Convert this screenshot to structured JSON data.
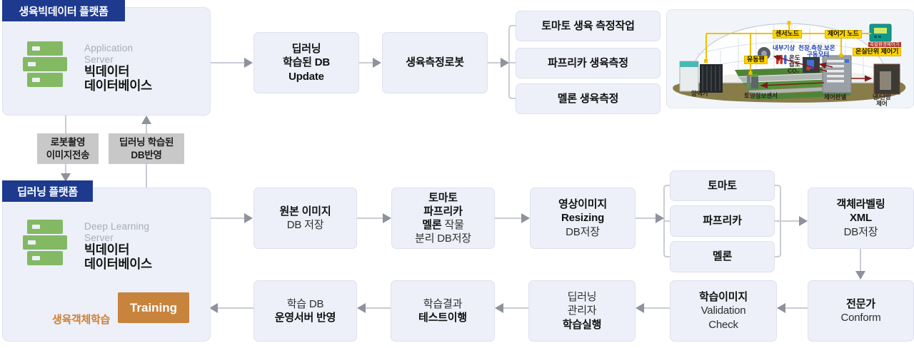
{
  "badges": {
    "top": "생육빅데이터 플랫폼",
    "bottom": "딥러닝 플랫폼"
  },
  "top_platform": {
    "server_role_line1": "Application",
    "server_role_line2": "Server",
    "db_line1": "빅데이터",
    "db_line2": "데이터베이스"
  },
  "bottom_platform": {
    "server_role_line1": "Deep Learning",
    "server_role_line2": "Server",
    "db_line1": "빅데이터",
    "db_line2": "데이터베이스",
    "training": "Training",
    "training_caption": "생육객체학습"
  },
  "transfer": {
    "left_line1": "로봇촬영",
    "left_line2": "이미지전송",
    "right_line1": "딥러닝 학습된",
    "right_line2": "DB반영"
  },
  "top_flow": {
    "db_update_line1": "딥러닝",
    "db_update_line2": "학습된 DB",
    "db_update_line3": "Update",
    "robot": "생육측정로봇",
    "tasks": [
      "토마토 생육 측정작업",
      "파프리카 생육측정",
      "멜론 생육측정"
    ]
  },
  "mid_flow": {
    "original_line1": "원본 이미지",
    "original_line2": "DB 저장",
    "separate_line1": "토마토",
    "separate_line2": "파프리카",
    "separate_line3_bold": "멜론",
    "separate_line3_rest": "작물",
    "separate_line4": "분리 DB저장",
    "resize_line1": "영상이미지",
    "resize_line2": "Resizing",
    "resize_line3": "DB저장",
    "crops": [
      "토마토",
      "파프리카",
      "멜론"
    ],
    "label_line1": "객체라벨링",
    "label_line2": "XML",
    "label_line3": "DB저장"
  },
  "bottom_flow": {
    "conform_line1": "전문가",
    "conform_line2": "Conform",
    "validation_line1": "학습이미지",
    "validation_line2": "Validation",
    "validation_line3": "Check",
    "run_line1": "딥러닝",
    "run_line2": "관리자",
    "run_line3": "학습실행",
    "test_line1": "학습결과",
    "test_line2": "테스트이행",
    "deploy_line1": "학습 DB",
    "deploy_line2": "운영서버 반영"
  },
  "greenhouse": {
    "sensor_node": "센서노드",
    "controller_node": "제어기 노드",
    "unit_controller": "온실단위 제어기",
    "env_controller": "복합환경제어기",
    "indoor_weather": "내부기상",
    "motor_line1": "천장.측창.보온",
    "motor_line2": "구동모터",
    "temp": "온도",
    "humidity": "습도",
    "co2": "CO₂",
    "fan": "유동팬",
    "nutrient_machine": "양액기",
    "soil_sensor": "토양정보센서",
    "control_panel": "제어판넬",
    "hvac_line1": "냉/난방",
    "hvac_line2": "제어"
  },
  "colors": {
    "navy": "#1e3a8e",
    "box_fill": "#edf0f8",
    "box_border": "#dde1ee",
    "server_green": "#84b964",
    "training_orange": "#c8833c",
    "orange_text": "#cd7f35",
    "slate_arrow": "#4e5f68",
    "gray_label_box": "#c8c8c8",
    "line_gray": "#c9ccd3",
    "arrow_gray": "#8e929c",
    "label_yellow": "#ffd400",
    "diagram_red": "#801919"
  }
}
